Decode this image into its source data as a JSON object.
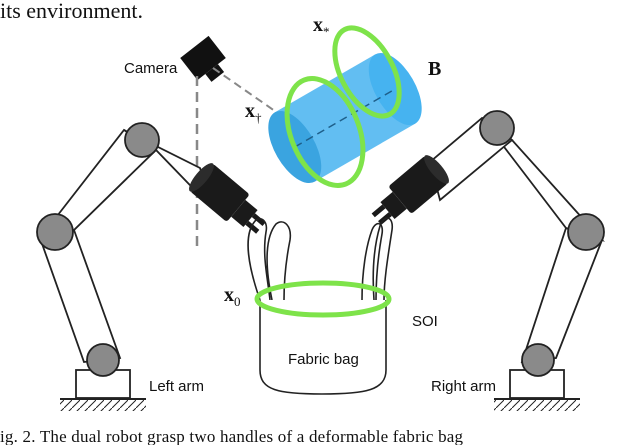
{
  "top_text": "its environment.",
  "labels": {
    "camera": "Camera",
    "b": "B",
    "soi": "SOI",
    "fabric_bag": "Fabric bag",
    "left_arm": "Left arm",
    "right_arm": "Right arm"
  },
  "math": {
    "x_star": {
      "base": "x",
      "sub": "*"
    },
    "x_dagger": {
      "base": "x",
      "sub": "†"
    },
    "x_zero": {
      "base": "x",
      "sub": "0"
    }
  },
  "caption": "ig. 2.   The dual robot grasp two handles of a deformable fabric bag",
  "colors": {
    "ring_green": "#7ee34a",
    "cylinder_blue": "#46b3f0",
    "joint_gray": "#8a8a8a",
    "gripper_black": "#1a1a1a",
    "line": "#222222",
    "dash": "#888888"
  },
  "icons": [
    "camera-icon",
    "cylinder-body-b",
    "gripper-icon",
    "robot-arm"
  ]
}
